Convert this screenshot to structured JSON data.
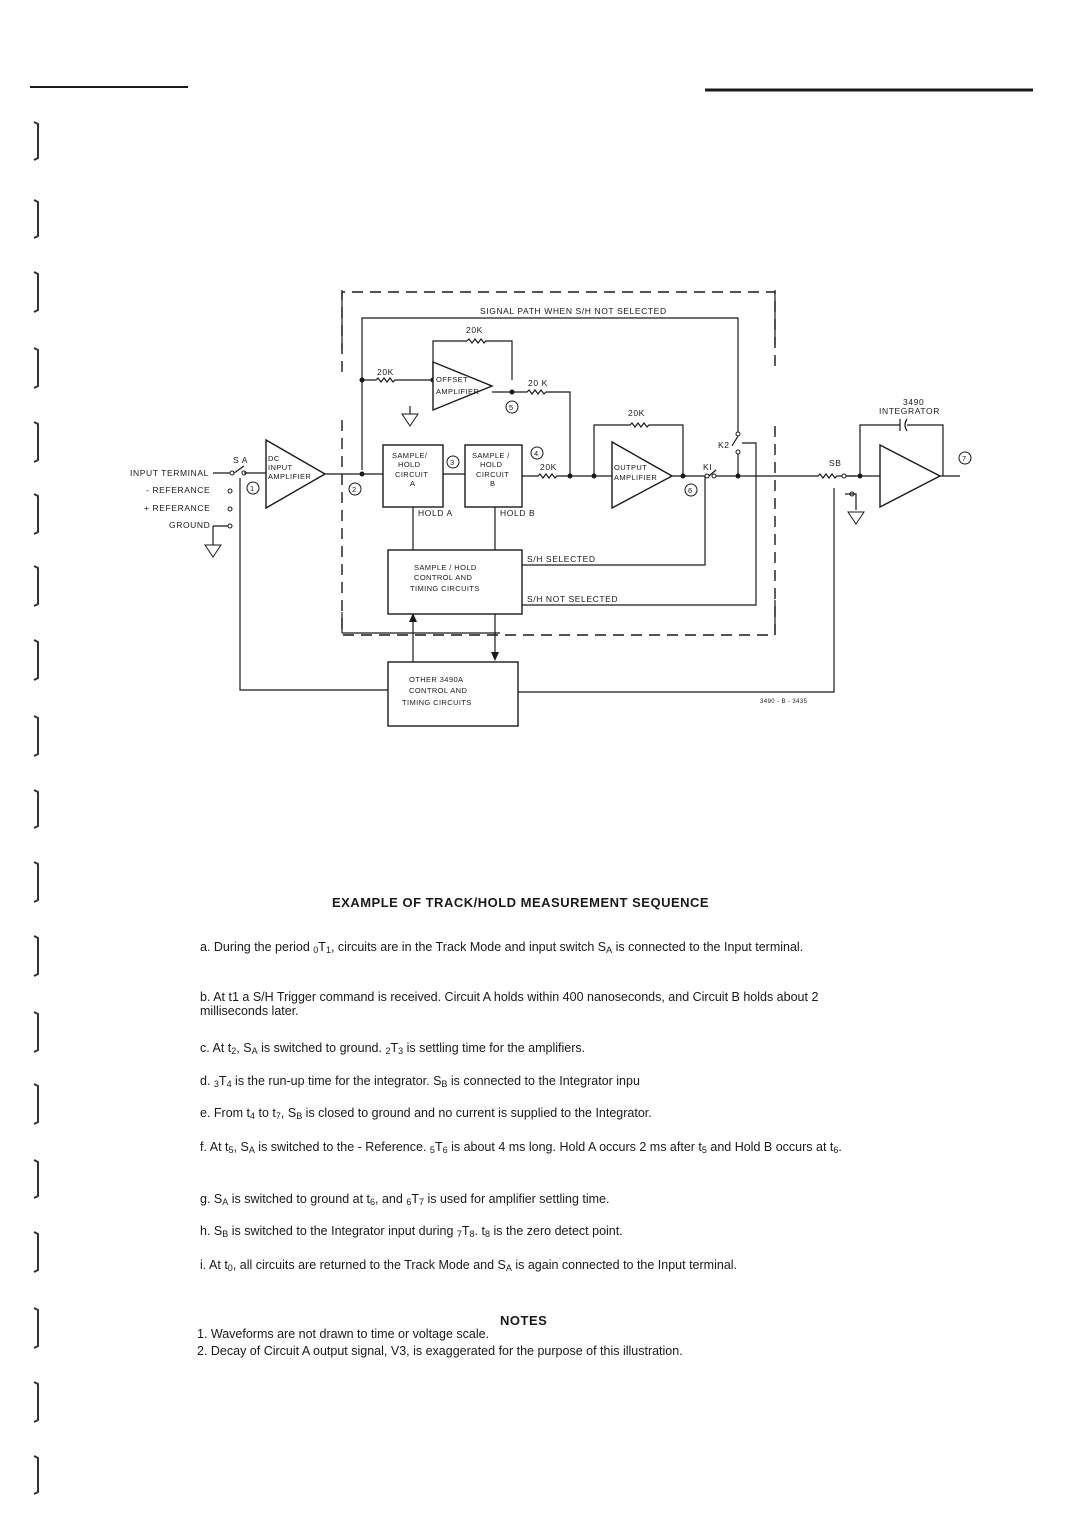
{
  "diagram": {
    "signal_path_label": "SIGNAL PATH WHEN S/H NOT SELECTED",
    "r_feedback": "20K",
    "r_input": "20K",
    "r_out": "20 K",
    "r_output_fb": "20K",
    "r_between": "20K",
    "offset_amp": [
      "OFFSET",
      "AMPLIFIER"
    ],
    "dc_amp": [
      "DC",
      "INPUT",
      "AMPLIFIER"
    ],
    "output_amp": [
      "OUTPUT",
      "AMPLIFIER"
    ],
    "sh_a": [
      "SAMPLE/",
      "HOLD",
      "CIRCUIT",
      "A"
    ],
    "sh_b": [
      "SAMPLE /",
      "HOLD",
      "CIRCUIT",
      "B"
    ],
    "hold_a": "HOLD A",
    "hold_b": "HOLD B",
    "sh_control": [
      "SAMPLE / HOLD",
      "CONTROL AND",
      "TIMING CIRCUITS"
    ],
    "sh_selected": "S/H SELECTED",
    "sh_not_selected": "S/H NOT SELECTED",
    "other": [
      "OTHER 3490A",
      "CONTROL AND",
      "TIMING CIRCUITS"
    ],
    "integrator": [
      "3490",
      "INTEGRATOR"
    ],
    "sa": "S A",
    "sb": "SB",
    "k1": "KI",
    "k2": "K2",
    "input_terminal": "INPUT TERMINAL",
    "minus_ref": "- REFERANCE",
    "plus_ref": "+ REFERANCE",
    "ground": "GROUND",
    "fig_no": "3490 - B - 3435",
    "nodes": [
      "1",
      "2",
      "3",
      "4",
      "5",
      "6",
      "7"
    ]
  },
  "heading": "EXAMPLE OF TRACK/HOLD MEASUREMENT SEQUENCE",
  "items": {
    "a": [
      "a. During the period",
      "0",
      "T",
      "1",
      ", circuits are in the Track Mode and input switch S",
      "A",
      " is connected to the Input terminal."
    ],
    "b": "b. At t1 a S/H Trigger command is received. Circuit A holds within 400 nanoseconds, and Circuit B holds about 2 milliseconds later.",
    "c": [
      "c. At t",
      "2",
      ", S",
      "A",
      " is switched to ground. ",
      "2",
      "T",
      "3",
      " is settling time for the amplifiers."
    ],
    "d": [
      "d. ",
      "3",
      "T",
      "4",
      " is the run-up time for the integrator. S",
      "B",
      " is connected to the Integrator inpu"
    ],
    "e": [
      "e. From t",
      "4",
      " to t",
      "7",
      ", S",
      "B",
      " is closed to ground and no current is supplied to the Integrator."
    ],
    "f": [
      "f. At t",
      "5",
      ", S",
      "A",
      " is switched to the - Reference. ",
      "5",
      "T",
      "6",
      " is about 4 ms long. Hold A occurs 2 ms after t",
      "5",
      " and Hold B occurs at t",
      "6",
      "."
    ],
    "g": [
      "g. S",
      "A",
      " is switched to ground at t",
      "6",
      ", and ",
      "6",
      "T",
      "7",
      " is used for amplifier settling time."
    ],
    "h": [
      "h. S",
      "B",
      " is switched to the Integrator input during ",
      "7",
      "T",
      "8",
      ". t",
      "8",
      " is the zero detect point."
    ],
    "i": [
      "i. At t",
      "0",
      ", all circuits are returned to the Track Mode and S",
      "A",
      " is again connected to the Input terminal."
    ]
  },
  "notes_title": "NOTES",
  "notes": [
    "1. Waveforms are not drawn to time or voltage scale.",
    "2. Decay of Circuit A output signal, V3, is exaggerated for the purpose of this illustration."
  ]
}
